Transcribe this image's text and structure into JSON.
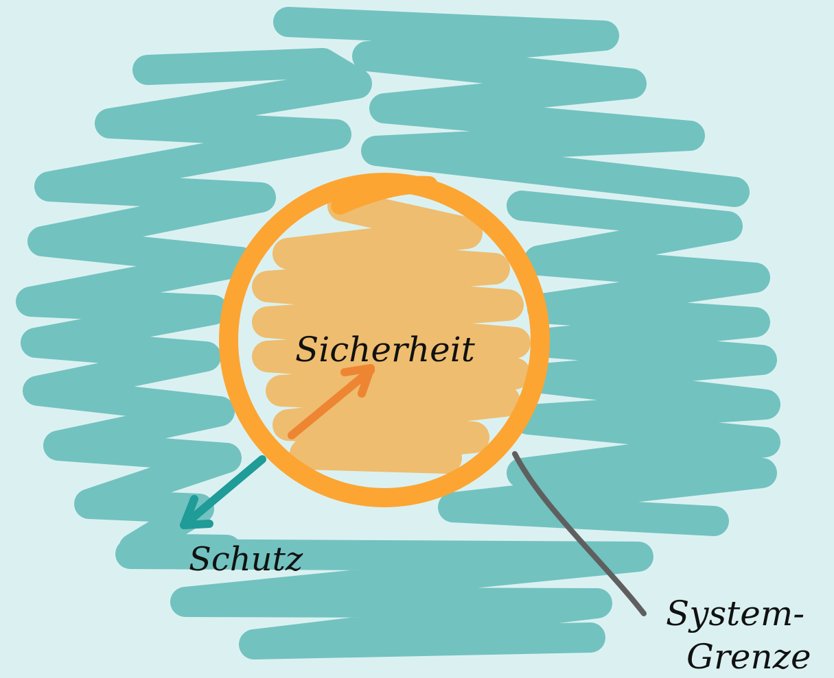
{
  "colors": {
    "background": "#dbf1f1",
    "protection_scribble": "#72c2c0",
    "security_fill": "#eebd6f",
    "boundary_circle": "#fca533",
    "security_arrow": "#ee8532",
    "protection_arrow": "#1f9b98",
    "boundary_pointer": "#5f5f5f"
  },
  "labels": {
    "security": "Sicherheit",
    "protection": "Schutz",
    "boundary_line1": "System-",
    "boundary_line2": "Grenze"
  }
}
